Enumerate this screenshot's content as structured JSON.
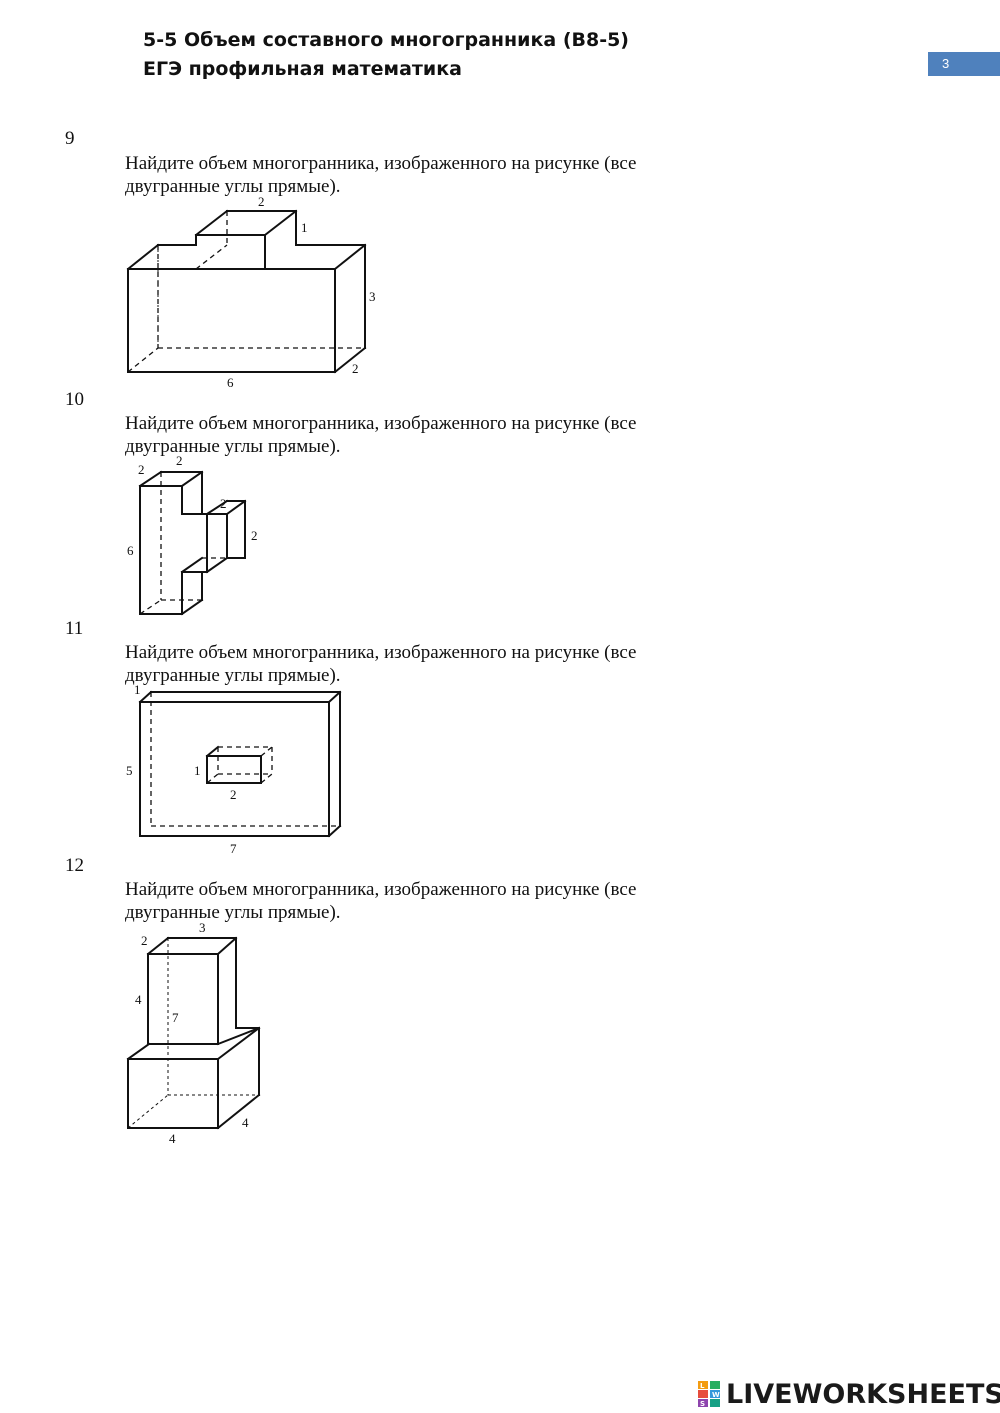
{
  "header": {
    "line1": "5-5 Объем составного многогранника (B8-5)",
    "line2": "ЕГЭ профильная математика",
    "page_number": "3"
  },
  "tasks": [
    {
      "number": "9",
      "line1": "Найдите объем многогранника, изображенного на рисунке (все",
      "line2": "двугранные углы прямые).",
      "labels": [
        "2",
        "1",
        "3",
        "6",
        "2"
      ]
    },
    {
      "number": "10",
      "line1": "Найдите объем многогранника, изображенного на рисунке (все",
      "line2": "двугранные углы прямые).",
      "labels": [
        "2",
        "2",
        "2",
        "2",
        "6"
      ]
    },
    {
      "number": "11",
      "line1": "Найдите объем многогранника, изображенного на рисунке (все",
      "line2": "двугранные углы прямые).",
      "labels": [
        "1",
        "5",
        "1",
        "2",
        "7"
      ]
    },
    {
      "number": "12",
      "line1": "Найдите объем многогранника, изображенного на рисунке (все",
      "line2": "двугранные углы прямые).",
      "labels": [
        "2",
        "3",
        "4",
        "7",
        "4",
        "4"
      ]
    }
  ],
  "footer": {
    "brand": "LIVEWORKSHEETS",
    "logo_letters": [
      "L",
      "W",
      "S"
    ]
  }
}
